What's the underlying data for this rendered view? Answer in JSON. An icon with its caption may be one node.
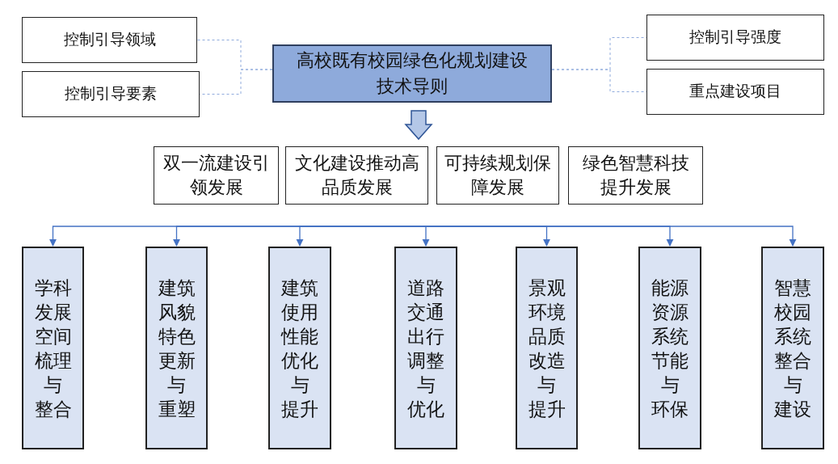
{
  "diagram": {
    "nodes": [
      {
        "text": [
          "高校既有校园绿色化规划建设技术导则"
        ]
      },
      {
        "text": [
          "控制引导领域"
        ]
      },
      {
        "text": [
          "控制引导要素"
        ]
      },
      {
        "text": [
          "控制引导强度"
        ]
      },
      {
        "text": [
          "重点建设项目"
        ]
      },
      {
        "text": [
          "双一流建设引领发展"
        ]
      },
      {
        "text": [
          "文化建设推动高品质发展"
        ]
      },
      {
        "text": [
          "可持续规划保障发展"
        ]
      },
      {
        "text": [
          "绿色智慧科技提升发展"
        ]
      },
      {
        "text": [
          "学科发展空间梳理与整合"
        ]
      },
      {
        "text": [
          "建筑风貌特色更新与重塑"
        ]
      },
      {
        "text": [
          "建筑使用性能优化与提升"
        ]
      },
      {
        "text": [
          "道路交通出行调整与优化"
        ]
      },
      {
        "text": [
          "景观环境品质改造与提升"
        ]
      },
      {
        "text": [
          "能源资源系统节能与环保"
        ]
      },
      {
        "text": [
          "智慧校园系统整合与建设"
        ]
      }
    ],
    "edges": [
      {
        "from": 0,
        "to": 1,
        "arrow": "none",
        "style": "dashed"
      },
      {
        "from": 0,
        "to": 2,
        "arrow": "none",
        "style": "dashed"
      },
      {
        "from": 0,
        "to": 3,
        "arrow": "none",
        "style": "dashed"
      },
      {
        "from": 0,
        "to": 4,
        "arrow": "none",
        "style": "dashed"
      },
      {
        "from": 0,
        "to": null,
        "arrow": "to",
        "style": "thick"
      },
      {
        "from": null,
        "to": 9,
        "arrow": "to"
      },
      {
        "from": null,
        "to": 10,
        "arrow": "to"
      },
      {
        "from": null,
        "to": 11,
        "arrow": "to"
      },
      {
        "from": null,
        "to": 12,
        "arrow": "to"
      },
      {
        "from": null,
        "to": 13,
        "arrow": "to"
      },
      {
        "from": null,
        "to": 14,
        "arrow": "to"
      },
      {
        "from": null,
        "to": 15,
        "arrow": "to"
      }
    ]
  }
}
